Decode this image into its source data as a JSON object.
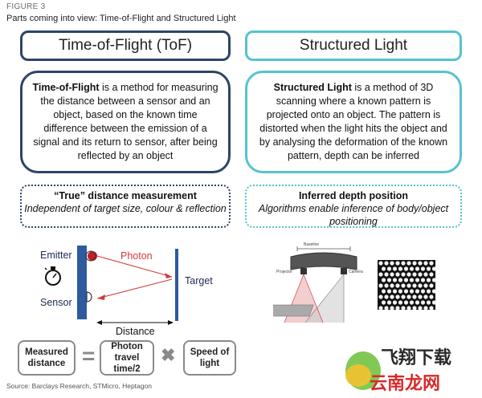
{
  "figure": {
    "label": "FIGURE 3",
    "title": "Parts coming into view: Time-of-Flight and Structured Light",
    "source": "Source: Barclays Research, STMicro, Heptagon"
  },
  "tof": {
    "header": "Time-of-Flight (ToF)",
    "desc_bold": "Time-of-Flight",
    "desc_rest": " is a method for measuring the distance between a sensor and an object, based on the known time difference between the emission of a signal and its return to sensor, after being reflected by an object",
    "box_title": "“True” distance measurement",
    "box_sub": "Independent of target size, colour & reflection",
    "diagram": {
      "emitter": "Emitter",
      "sensor": "Sensor",
      "photon": "Photon",
      "target": "Target",
      "distance": "Distance"
    },
    "formula": {
      "measured": "Measured distance",
      "equals": "=",
      "photon_time": "Photon travel time/2",
      "times": "✖",
      "speed": "Speed of light"
    }
  },
  "sl": {
    "header": "Structured Light",
    "desc_bold": "Structured Light",
    "desc_rest": " is a method of 3D scanning where a known pattern is projected onto an object. The pattern is distorted when the light hits the object and by analysing the deformation of the known pattern, depth can be inferred",
    "box_title": "Inferred depth position",
    "box_sub": "Algorithms enable inference of body/object positioning",
    "diagram": {
      "baseline": "Baseline",
      "projector": "Projector",
      "camera": "Camera"
    }
  },
  "watermark": {
    "line1": "飞翔下载",
    "line2": "云南龙网"
  },
  "colors": {
    "tof_border": "#2e4466",
    "sl_border": "#55c3cf",
    "photon_red": "#d23a3a",
    "device_blue": "#2e5a9e"
  }
}
